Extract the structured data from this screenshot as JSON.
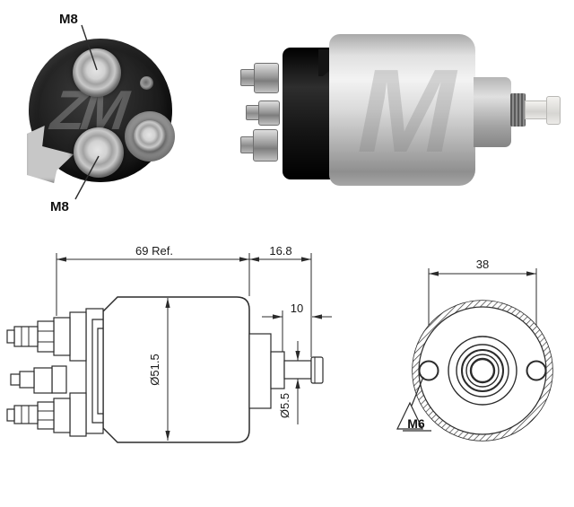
{
  "watermarks": {
    "rear_photo": "ZM",
    "side_photo": "M"
  },
  "rear_view_photo": {
    "top_terminal_label": "M8",
    "bottom_terminal_label": "M8"
  },
  "side_view_drawing": {
    "overall_length": "69 Ref.",
    "front_section_length": "16.8",
    "pin_length": "10",
    "body_diameter": "Ø51.5",
    "pin_diameter": "Ø5.5"
  },
  "front_view_drawing": {
    "mounting_hole_spacing": "38",
    "mounting_hole_thread": "M6"
  },
  "colors": {
    "line": "#2b2b2b",
    "text": "#1a1a1a",
    "background": "#ffffff"
  }
}
